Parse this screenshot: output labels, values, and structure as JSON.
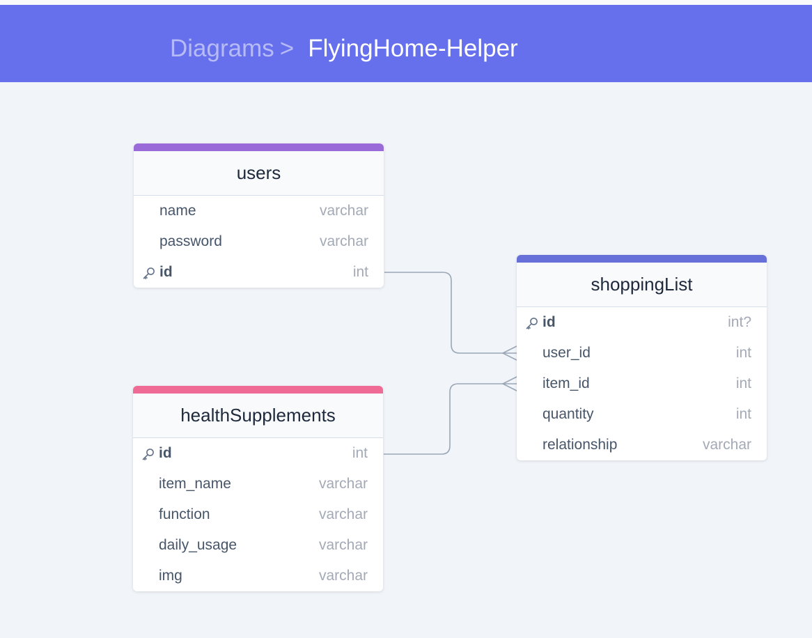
{
  "breadcrumb": {
    "root": "Diagrams",
    "separator": ">",
    "current": "FlyingHome-Helper"
  },
  "colors": {
    "header": "#6770ec",
    "users": "#9b6ad9",
    "healthSupplements": "#ef6b96",
    "shoppingList": "#6770d9",
    "edge": "#9aa6b6"
  },
  "tables": {
    "users": {
      "name": "users",
      "fields": [
        {
          "name": "name",
          "type": "varchar",
          "pk": false
        },
        {
          "name": "password",
          "type": "varchar",
          "pk": false
        },
        {
          "name": "id",
          "type": "int",
          "pk": true
        }
      ]
    },
    "healthSupplements": {
      "name": "healthSupplements",
      "fields": [
        {
          "name": "id",
          "type": "int",
          "pk": true
        },
        {
          "name": "item_name",
          "type": "varchar",
          "pk": false
        },
        {
          "name": "function",
          "type": "varchar",
          "pk": false
        },
        {
          "name": "daily_usage",
          "type": "varchar",
          "pk": false
        },
        {
          "name": "img",
          "type": "varchar",
          "pk": false
        }
      ]
    },
    "shoppingList": {
      "name": "shoppingList",
      "fields": [
        {
          "name": "id",
          "type": "int?",
          "pk": true
        },
        {
          "name": "user_id",
          "type": "int",
          "pk": false
        },
        {
          "name": "item_id",
          "type": "int",
          "pk": false
        },
        {
          "name": "quantity",
          "type": "int",
          "pk": false
        },
        {
          "name": "relationship",
          "type": "varchar",
          "pk": false
        }
      ]
    }
  },
  "relations": [
    {
      "from": "users.id",
      "to": "shoppingList.user_id",
      "cardinality": "one-to-many"
    },
    {
      "from": "healthSupplements.id",
      "to": "shoppingList.item_id",
      "cardinality": "one-to-many"
    }
  ]
}
